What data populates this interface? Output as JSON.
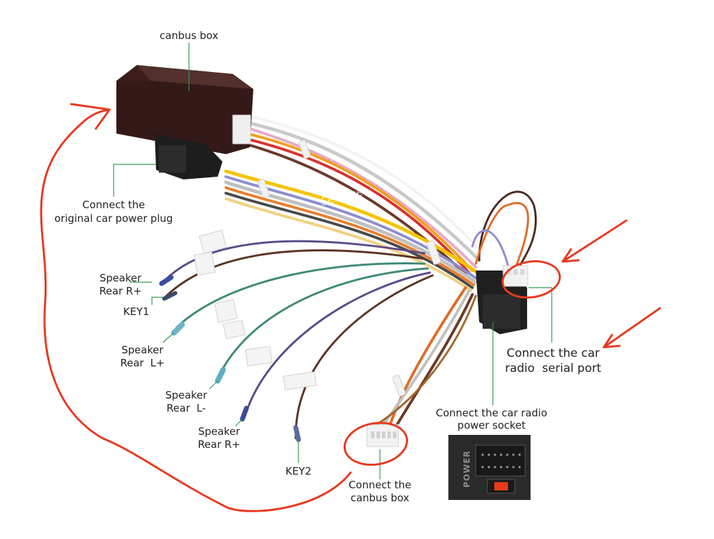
{
  "labels": {
    "canbus_box": "canbus box",
    "original_power_1": "Connect the",
    "original_power_2": "original car power plug",
    "speaker_rr_top_1": "Speaker",
    "speaker_rr_top_2": "Rear R+",
    "key1": "KEY1",
    "speaker_rl_plus_1": "Speaker",
    "speaker_rl_plus_2": "Rear  L+",
    "speaker_rl_minus_1": "Speaker",
    "speaker_rl_minus_2": "Rear  L-",
    "speaker_rr_bottom_1": "Speaker",
    "speaker_rr_bottom_2": "Rear R+",
    "key2": "KEY2",
    "serial_port_1": "Connect the car",
    "serial_port_2": "radio  serial port",
    "power_socket_1": "Connect the car radio",
    "power_socket_2": "power socket",
    "canbus_connect_1": "Connect the",
    "canbus_connect_2": "canbus box"
  },
  "watermark": "Seicane",
  "socket_label": "POWER",
  "colors": {
    "leader_line": "#2e9b4e",
    "annotation_red": "#e8391f",
    "box_body": "#3b1e1c"
  }
}
